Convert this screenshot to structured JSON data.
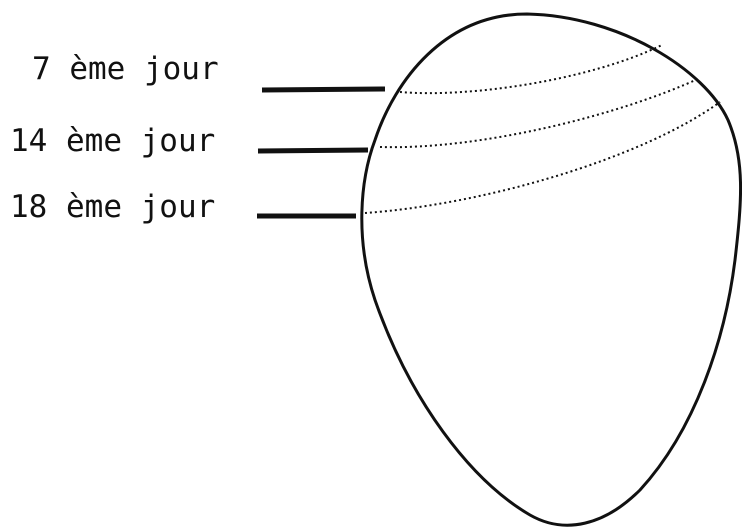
{
  "diagram": {
    "labels": [
      {
        "id": "day-7",
        "text": "7 ème jour"
      },
      {
        "id": "day-14",
        "text": "14 ème jour"
      },
      {
        "id": "day-18",
        "text": "18 ème jour"
      }
    ],
    "colors": {
      "ink": "#111111",
      "background": "#ffffff"
    }
  }
}
